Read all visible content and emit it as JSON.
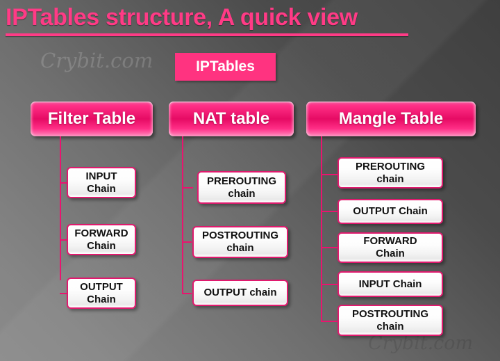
{
  "slide": {
    "title": "IPTables structure, A quick view",
    "watermark_top": "Crybit.com",
    "watermark_bottom": "Crybit.com",
    "colors": {
      "accent_pink": "#ff3b86",
      "connector_pink": "#e8156f",
      "box_border": "#e01a6e",
      "root_fill": "#ff3380",
      "background_dark": "#474747",
      "background_light": "#808080"
    }
  },
  "diagram": {
    "type": "tree",
    "root": {
      "label": "IPTables"
    },
    "tables": [
      {
        "name": "filter",
        "label": "Filter Table",
        "chains": [
          {
            "line1": "INPUT",
            "line2": "Chain"
          },
          {
            "line1": "FORWARD",
            "line2": "Chain"
          },
          {
            "line1": "OUTPUT",
            "line2": "Chain"
          }
        ]
      },
      {
        "name": "nat",
        "label": "NAT table",
        "chains": [
          {
            "line1": "PREROUTING",
            "line2": "chain"
          },
          {
            "line1": "POSTROUTING",
            "line2": "chain"
          },
          {
            "line1": "OUTPUT chain",
            "line2": ""
          }
        ]
      },
      {
        "name": "mangle",
        "label": "Mangle Table",
        "chains": [
          {
            "line1": "PREROUTING",
            "line2": "chain"
          },
          {
            "line1": "OUTPUT Chain",
            "line2": ""
          },
          {
            "line1": "FORWARD",
            "line2": "Chain"
          },
          {
            "line1": "INPUT Chain",
            "line2": ""
          },
          {
            "line1": "POSTROUTING",
            "line2": "chain"
          }
        ]
      }
    ]
  }
}
